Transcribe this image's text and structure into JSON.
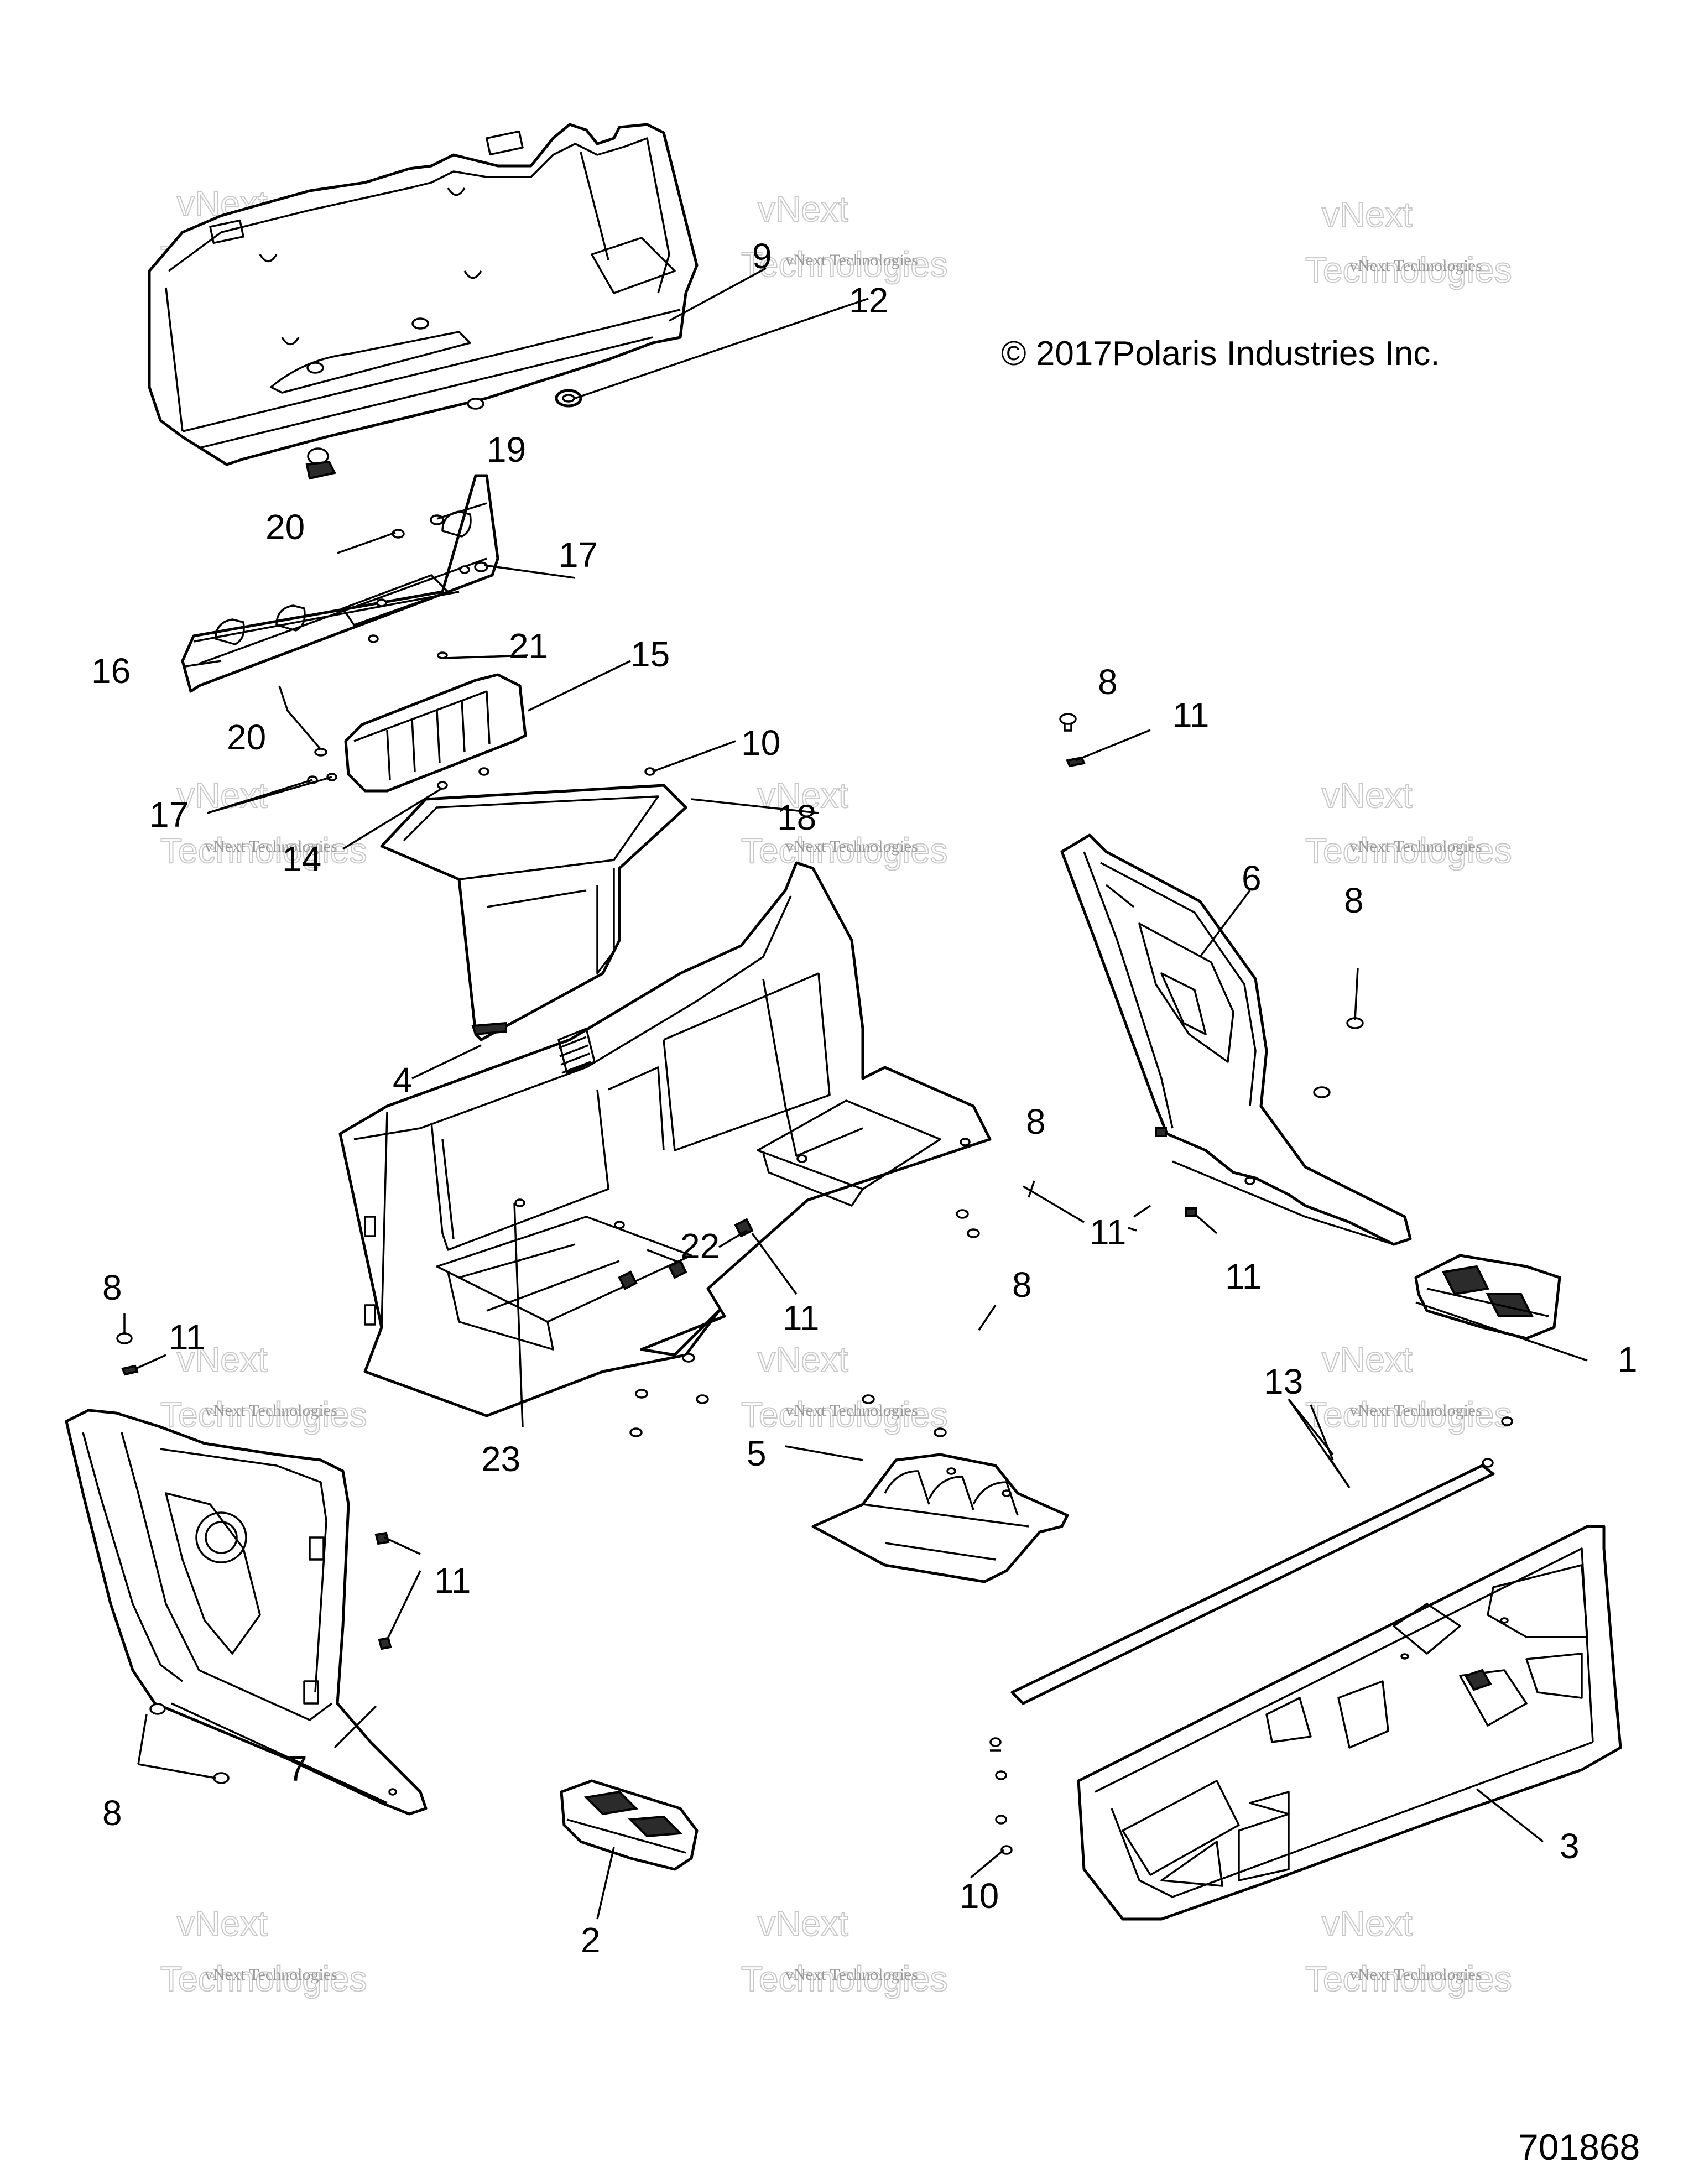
{
  "copyright": "© 2017Polaris Industries Inc.",
  "figure_number": "701868",
  "watermark": {
    "line1": "vNext Technologies",
    "line2": "Technologies",
    "line3": "vNext"
  },
  "callouts": [
    "1",
    "2",
    "3",
    "4",
    "5",
    "6",
    "7",
    "8",
    "9",
    "10",
    "11",
    "12",
    "13",
    "14",
    "15",
    "16",
    "17",
    "18",
    "19",
    "20",
    "21",
    "22",
    "23"
  ]
}
